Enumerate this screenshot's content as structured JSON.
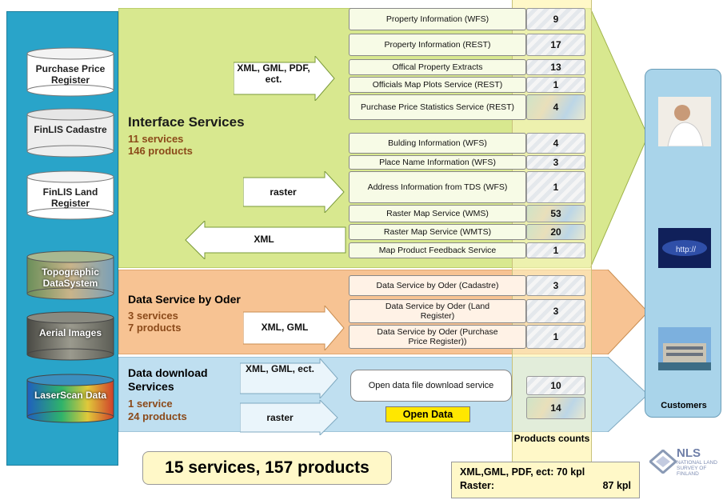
{
  "header_text": "",
  "sources": [
    {
      "label": "Purchase Price Register"
    },
    {
      "label": "FinLIS Cadastre"
    },
    {
      "label": "FinLIS Land Register"
    },
    {
      "label": "Topographic DataSystem"
    },
    {
      "label": "Aerial Images"
    },
    {
      "label": "LaserScan Data"
    }
  ],
  "interface": {
    "title": "Interface Services",
    "services": "11 services",
    "products": "146 products",
    "arrow_formats": "XML, GML, PDF, ect.",
    "arrow_raster": "raster",
    "arrow_xml_back": "XML",
    "items": [
      {
        "name": "Property Information (WFS)",
        "count": "9"
      },
      {
        "name": "Property Information (REST)",
        "count": "17"
      },
      {
        "name": "Offical Property Extracts",
        "count": "13"
      },
      {
        "name": "Officials Map Plots Service (REST)",
        "count": "1"
      },
      {
        "name": "Purchase Price  Statistics Service (REST)",
        "count": "4"
      },
      {
        "name": "Bulding Information (WFS)",
        "count": "4"
      },
      {
        "name": "Place Name Information (WFS)",
        "count": "3"
      },
      {
        "name": "Address Information from TDS (WFS)",
        "count": "1"
      },
      {
        "name": "Raster Map Service (WMS)",
        "count": "53"
      },
      {
        "name": "Raster Map Service (WMTS)",
        "count": "20"
      },
      {
        "name": "Map Product Feedback Service",
        "count": "1"
      }
    ]
  },
  "order": {
    "title": "Data Service by Oder",
    "services": "3 services",
    "products": "7 products",
    "arrow_formats": "XML, GML",
    "items": [
      {
        "name": "Data Service by Oder (Cadastre)",
        "count": "3"
      },
      {
        "name": "Data Service by Oder (Land Register)",
        "count": "3"
      },
      {
        "name": "Data Service by Oder (Purchase Price Register))",
        "count": "1"
      }
    ]
  },
  "download": {
    "title": "Data download Services",
    "services": "1 service",
    "products": "24 products",
    "arrow_formats": "XML, GML, ect.",
    "arrow_raster": "raster",
    "item": "Open data file download service",
    "open_data_label": "Open Data",
    "counts": [
      "10",
      "14"
    ]
  },
  "products_counts_label": "Products counts",
  "customers_label": "Customers",
  "summary": "15 services, 157 products",
  "totals": {
    "line1_label": "XML,GML, PDF, ect: 70 kpl",
    "line2_label": "Raster:",
    "line2_value": "87 kpl"
  },
  "logo": {
    "name": "NLS",
    "subtitle": "NATIONAL LAND SURVEY OF FINLAND"
  },
  "colors": {
    "interface_band": "#d8e88f",
    "order_band": "#f7c393",
    "download_band": "#bfdff0",
    "data_column": "#29a4c9",
    "open_data": "#ffe700"
  }
}
